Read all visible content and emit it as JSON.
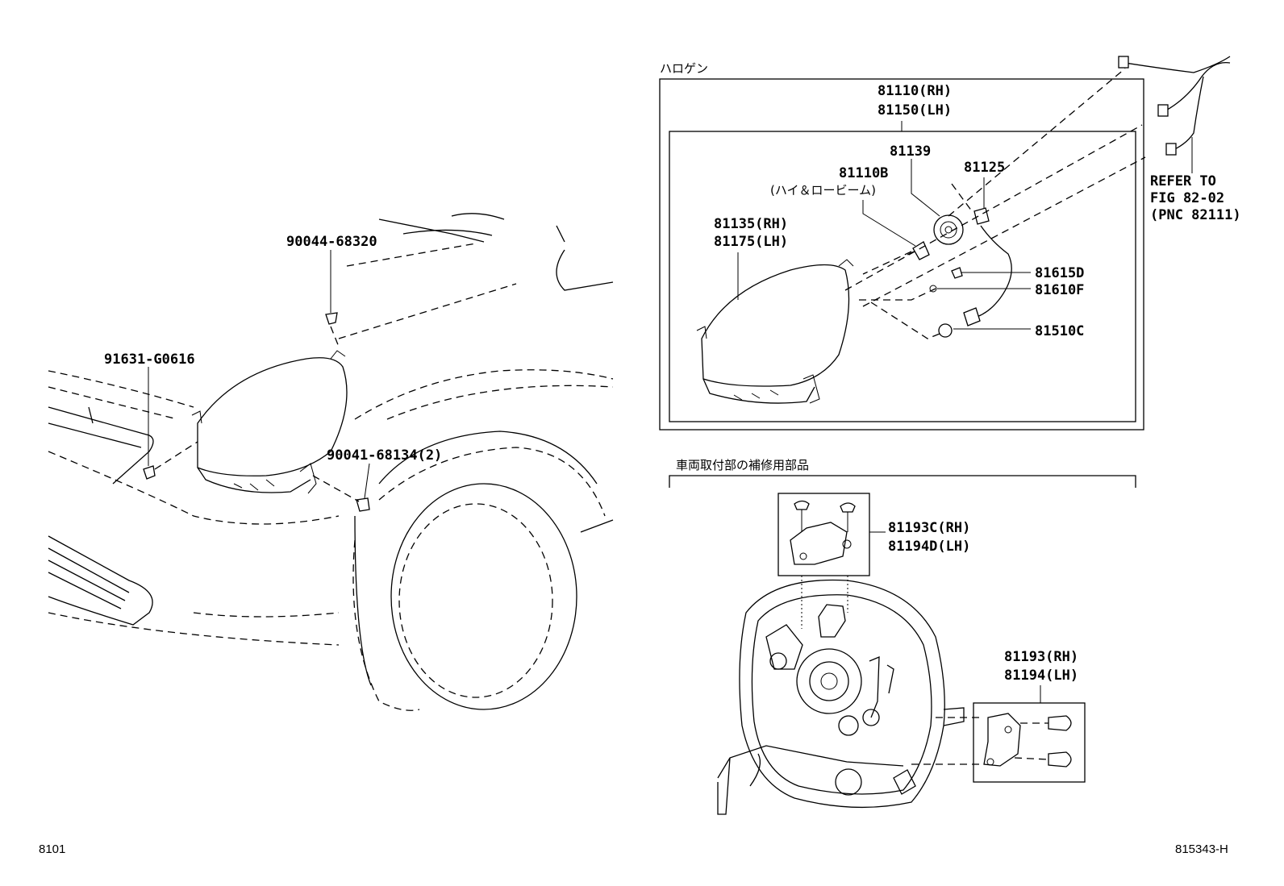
{
  "section_halogen": {
    "title": "ハロゲン"
  },
  "section_repair": {
    "title": "車両取付部の補修用部品"
  },
  "parts": {
    "p90044": "90044-68320",
    "p91631": "91631-G0616",
    "p90041": "90041-68134(2)",
    "p81110_rh": "81110(RH)",
    "p81150_lh": "81150(LH)",
    "p81139": "81139",
    "p81110b": "81110B",
    "p81110b_note": "(ハイ＆ロービーム)",
    "p81125": "81125",
    "p81135_rh": "81135(RH)",
    "p81175_lh": "81175(LH)",
    "p81615d": "81615D",
    "p81610f": "81610F",
    "p81510c": "81510C",
    "p81193c_rh": "81193C(RH)",
    "p81194d_lh": "81194D(LH)",
    "p81193_rh": "81193(RH)",
    "p81194_lh": "81194(LH)"
  },
  "refer": {
    "line1": "REFER TO",
    "line2": "FIG 82-02",
    "line3": "(PNC 82111)"
  },
  "footer": {
    "left": "8101",
    "right": "815343-H"
  }
}
